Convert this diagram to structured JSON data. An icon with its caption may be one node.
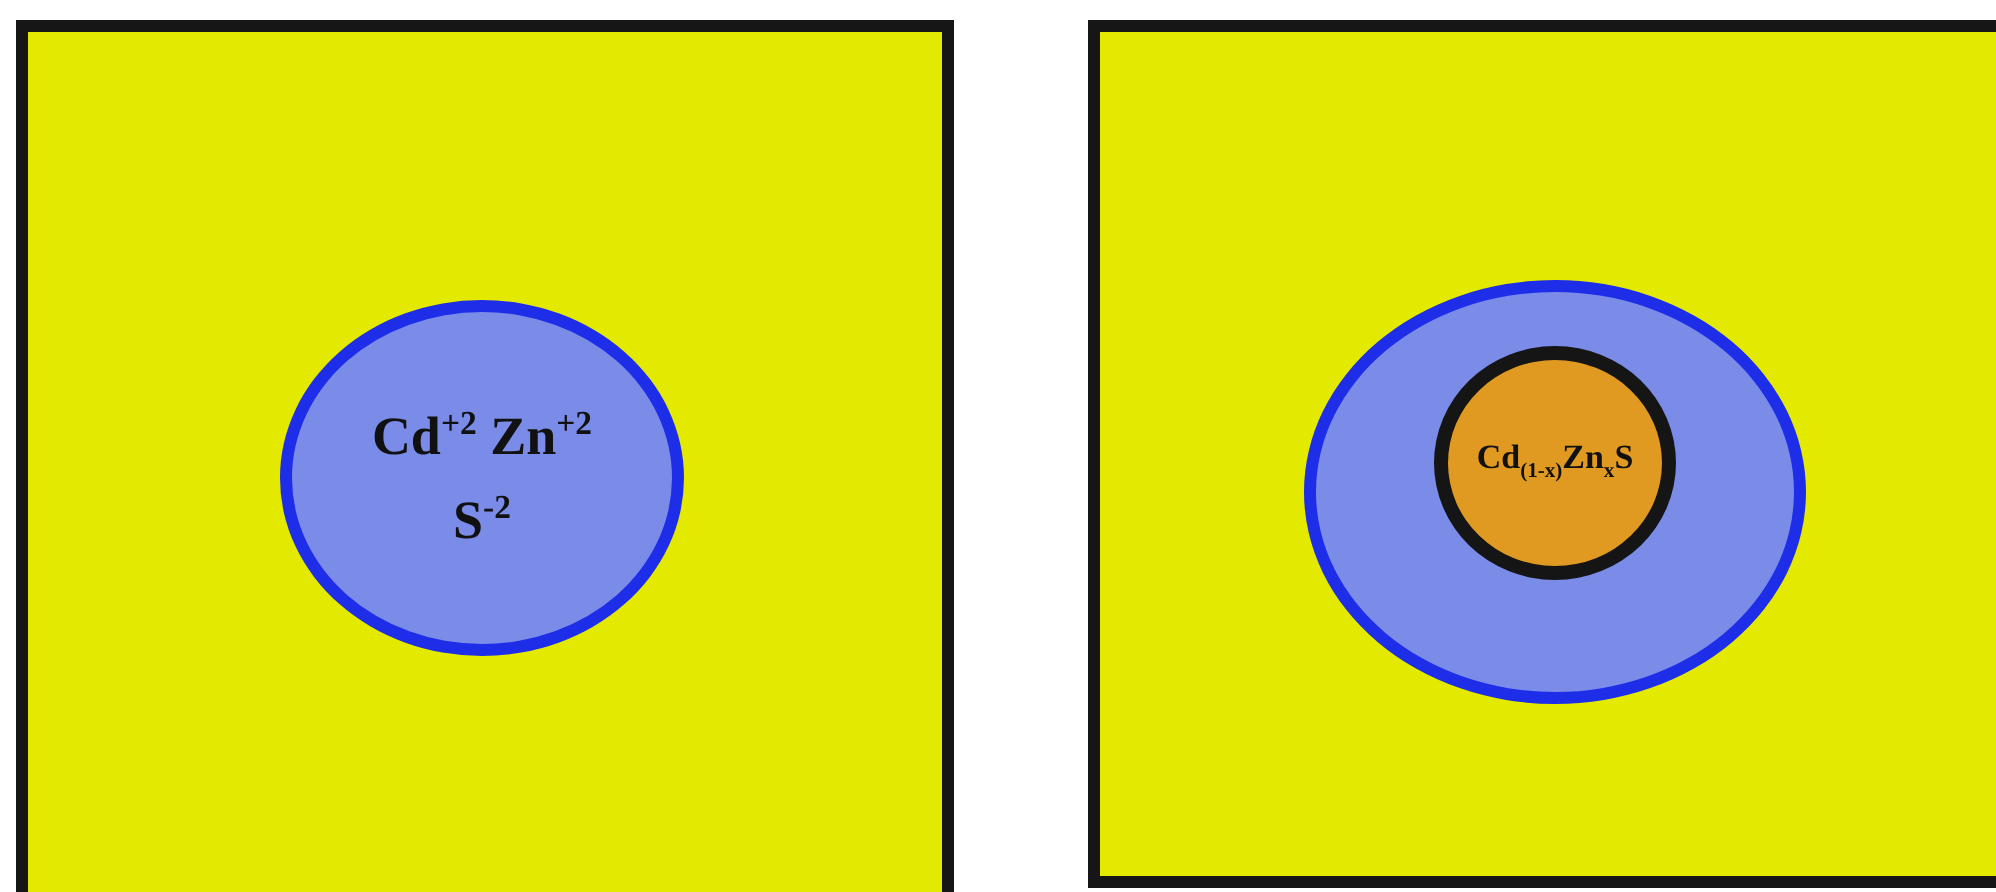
{
  "diagram": {
    "nodes": [
      {
        "text": [],
        "shape": "box"
      },
      {
        "text": [
          "Cd$^{+2}$ Zn$^{+2}$",
          "S$^{-2}$"
        ],
        "in": 0
      },
      {
        "text": [],
        "shape": "box"
      },
      {
        "text": [],
        "shape": "circle",
        "in": 2
      },
      {
        "text": [
          "Cd$_{(1-x)}$Zn$_{x}$S"
        ],
        "in": 3
      }
    ]
  }
}
